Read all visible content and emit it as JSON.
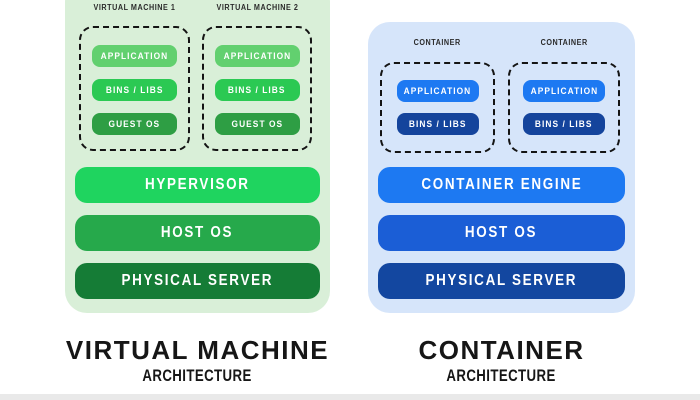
{
  "colors": {
    "vm_panel_bg": "#d9efd8",
    "vm_application": "#62d06f",
    "vm_bins_libs": "#2bc953",
    "vm_guest_os": "#2e9e44",
    "vm_hypervisor": "#1fd45f",
    "vm_host_os": "#26a94b",
    "vm_physical_server": "#157c36",
    "ct_panel_bg": "#d6e5fa",
    "ct_application": "#1d79f2",
    "ct_bins_libs": "#14449c",
    "ct_container_engine": "#1d79f2",
    "ct_host_os": "#1b5ed6",
    "ct_physical_server": "#1347a0",
    "label_dark": "#2b2b2b",
    "title_dark": "#161616"
  },
  "vm_section": {
    "title": "VIRTUAL MACHINE",
    "subtitle": "ARCHITECTURE",
    "machines": [
      {
        "label": "VIRTUAL MACHINE 1",
        "blocks": [
          "APPLICATION",
          "BINS / LIBS",
          "GUEST OS"
        ]
      },
      {
        "label": "VIRTUAL MACHINE 2",
        "blocks": [
          "APPLICATION",
          "BINS / LIBS",
          "GUEST OS"
        ]
      }
    ],
    "layers": [
      "HYPERVISOR",
      "HOST OS",
      "PHYSICAL SERVER"
    ]
  },
  "container_section": {
    "title": "CONTAINER",
    "subtitle": "ARCHITECTURE",
    "containers": [
      {
        "label": "CONTAINER",
        "blocks": [
          "APPLICATION",
          "BINS / LIBS"
        ]
      },
      {
        "label": "CONTAINER",
        "blocks": [
          "APPLICATION",
          "BINS / LIBS"
        ]
      }
    ],
    "layers": [
      "CONTAINER ENGINE",
      "HOST OS",
      "PHYSICAL SERVER"
    ]
  }
}
